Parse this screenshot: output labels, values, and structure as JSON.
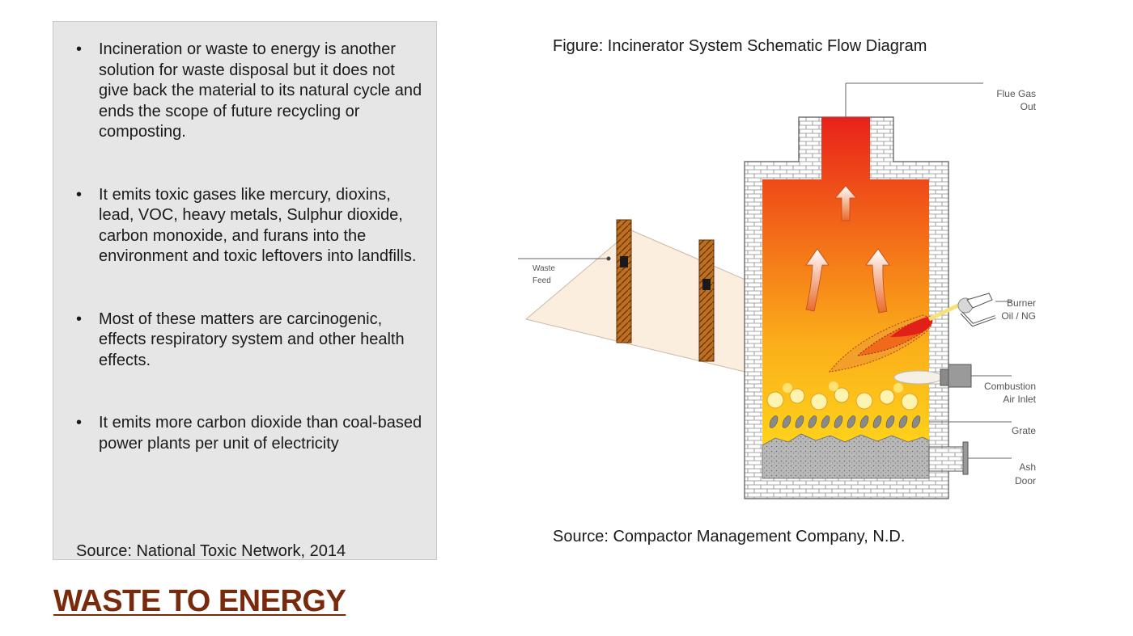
{
  "left_panel": {
    "bullets": [
      "Incineration or waste to energy is another solution for waste disposal but it does not give back the material to its natural cycle and ends the scope of future recycling or composting.",
      "It emits toxic gases like mercury, dioxins, lead, VOC, heavy metals, Sulphur dioxide, carbon monoxide, and furans into the environment and toxic leftovers into landfills.",
      "Most of these matters are carcinogenic, effects respiratory system and other health effects.",
      "It emits more carbon dioxide than coal-based power plants per unit of electricity"
    ],
    "source": "Source: National Toxic Network, 2014"
  },
  "slide_title": "WASTE TO ENERGY",
  "figure": {
    "caption": "Figure: Incinerator System Schematic Flow Diagram",
    "source": "Source: Compactor Management Company, N.D.",
    "labels": {
      "flue_gas_1": "Flue Gas",
      "flue_gas_2": "Out",
      "waste_feed_1": "Waste",
      "waste_feed_2": "Feed",
      "burner_1": "Burner",
      "burner_2": "Oil / NG",
      "combustion_1": "Combustion",
      "combustion_2": "Air Inlet",
      "grate": "Grate",
      "ash_1": "Ash",
      "ash_2": "Door"
    }
  },
  "colors": {
    "title": "#7a2a0c",
    "panel": "#e6e6e6",
    "flame_top": "#e8221a",
    "flame_bottom": "#ffd21a"
  }
}
